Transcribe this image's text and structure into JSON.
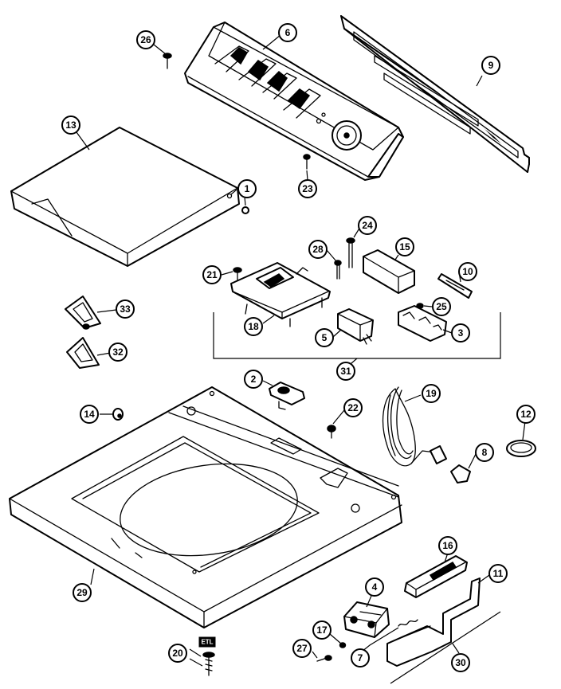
{
  "callouts": [
    {
      "id": "c26",
      "label": "26"
    },
    {
      "id": "c6",
      "label": "6"
    },
    {
      "id": "c9",
      "label": "9"
    },
    {
      "id": "c13",
      "label": "13"
    },
    {
      "id": "c1",
      "label": "1"
    },
    {
      "id": "c23",
      "label": "23"
    },
    {
      "id": "c24",
      "label": "24"
    },
    {
      "id": "c28",
      "label": "28"
    },
    {
      "id": "c15",
      "label": "15"
    },
    {
      "id": "c21",
      "label": "21"
    },
    {
      "id": "c10",
      "label": "10"
    },
    {
      "id": "c33",
      "label": "33"
    },
    {
      "id": "c25",
      "label": "25"
    },
    {
      "id": "c18",
      "label": "18"
    },
    {
      "id": "c5",
      "label": "5"
    },
    {
      "id": "c3",
      "label": "3"
    },
    {
      "id": "c32",
      "label": "32"
    },
    {
      "id": "c31",
      "label": "31"
    },
    {
      "id": "c2",
      "label": "2"
    },
    {
      "id": "c19",
      "label": "19"
    },
    {
      "id": "c14",
      "label": "14"
    },
    {
      "id": "c22",
      "label": "22"
    },
    {
      "id": "c12",
      "label": "12"
    },
    {
      "id": "c8",
      "label": "8"
    },
    {
      "id": "c29",
      "label": "29"
    },
    {
      "id": "c16",
      "label": "16"
    },
    {
      "id": "c4",
      "label": "4"
    },
    {
      "id": "c11",
      "label": "11"
    },
    {
      "id": "c17",
      "label": "17"
    },
    {
      "id": "c20",
      "label": "20"
    },
    {
      "id": "c27",
      "label": "27"
    },
    {
      "id": "c7",
      "label": "7"
    },
    {
      "id": "c30",
      "label": "30"
    }
  ],
  "tag20": "ETL"
}
